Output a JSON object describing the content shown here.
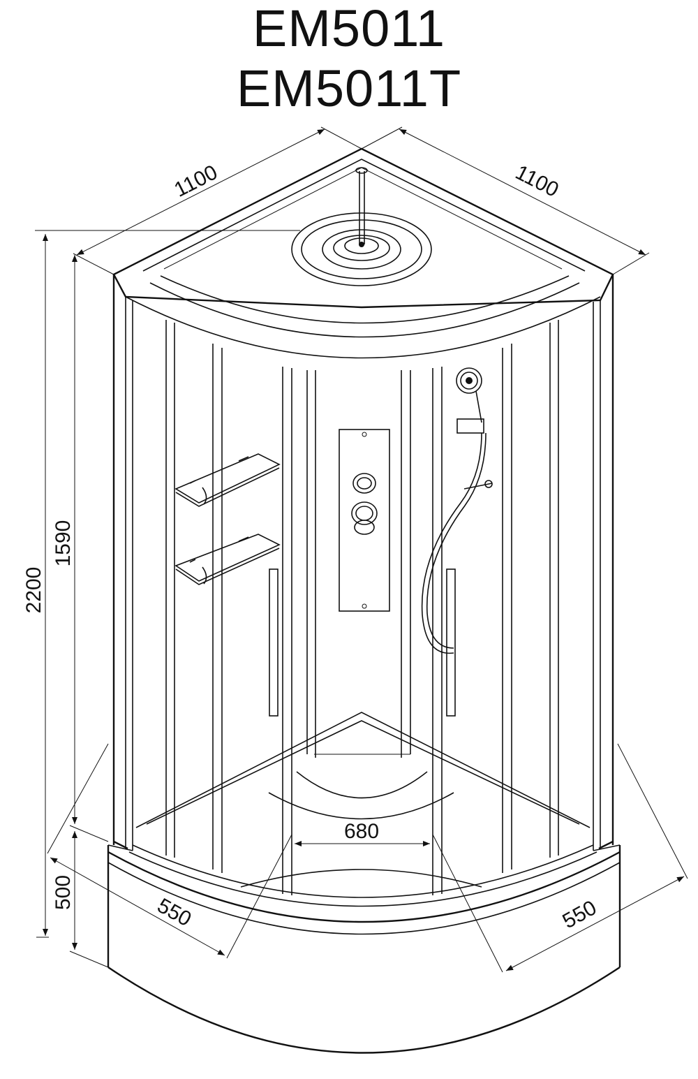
{
  "titles": [
    "EM5011",
    "EM5011T"
  ],
  "dimensions": {
    "top_left_width": "1100",
    "top_right_width": "1100",
    "total_height": "2200",
    "cabin_height": "1590",
    "tray_height": "500",
    "door_opening": "680",
    "bottom_left": "550",
    "bottom_right": "550"
  }
}
